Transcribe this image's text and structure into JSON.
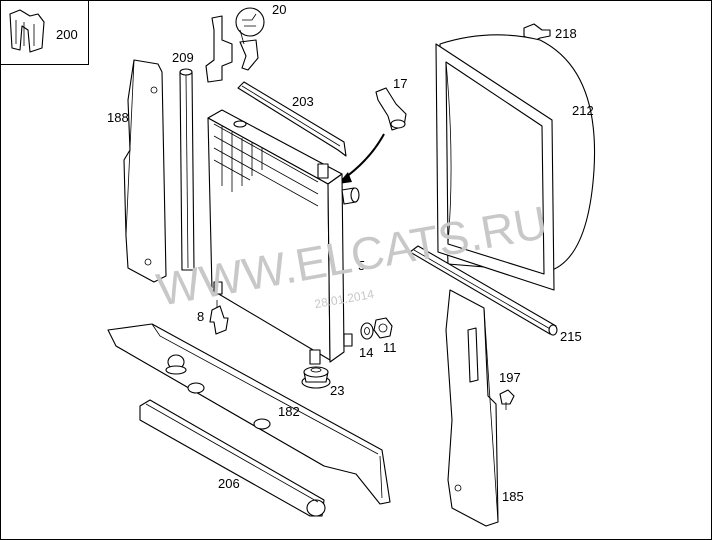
{
  "labels": {
    "p200": "200",
    "p20": "20",
    "p209": "209",
    "p188": "188",
    "p203": "203",
    "p17": "17",
    "p218": "218",
    "p212": "212",
    "p5": "5",
    "p8": "8",
    "p14": "14",
    "p11": "11",
    "p23": "23",
    "p182": "182",
    "p215": "215",
    "p197": "197",
    "p206": "206",
    "p185": "185"
  },
  "watermark": {
    "text": "WWW.ELCATS.RU",
    "date": "28.01.2014"
  }
}
